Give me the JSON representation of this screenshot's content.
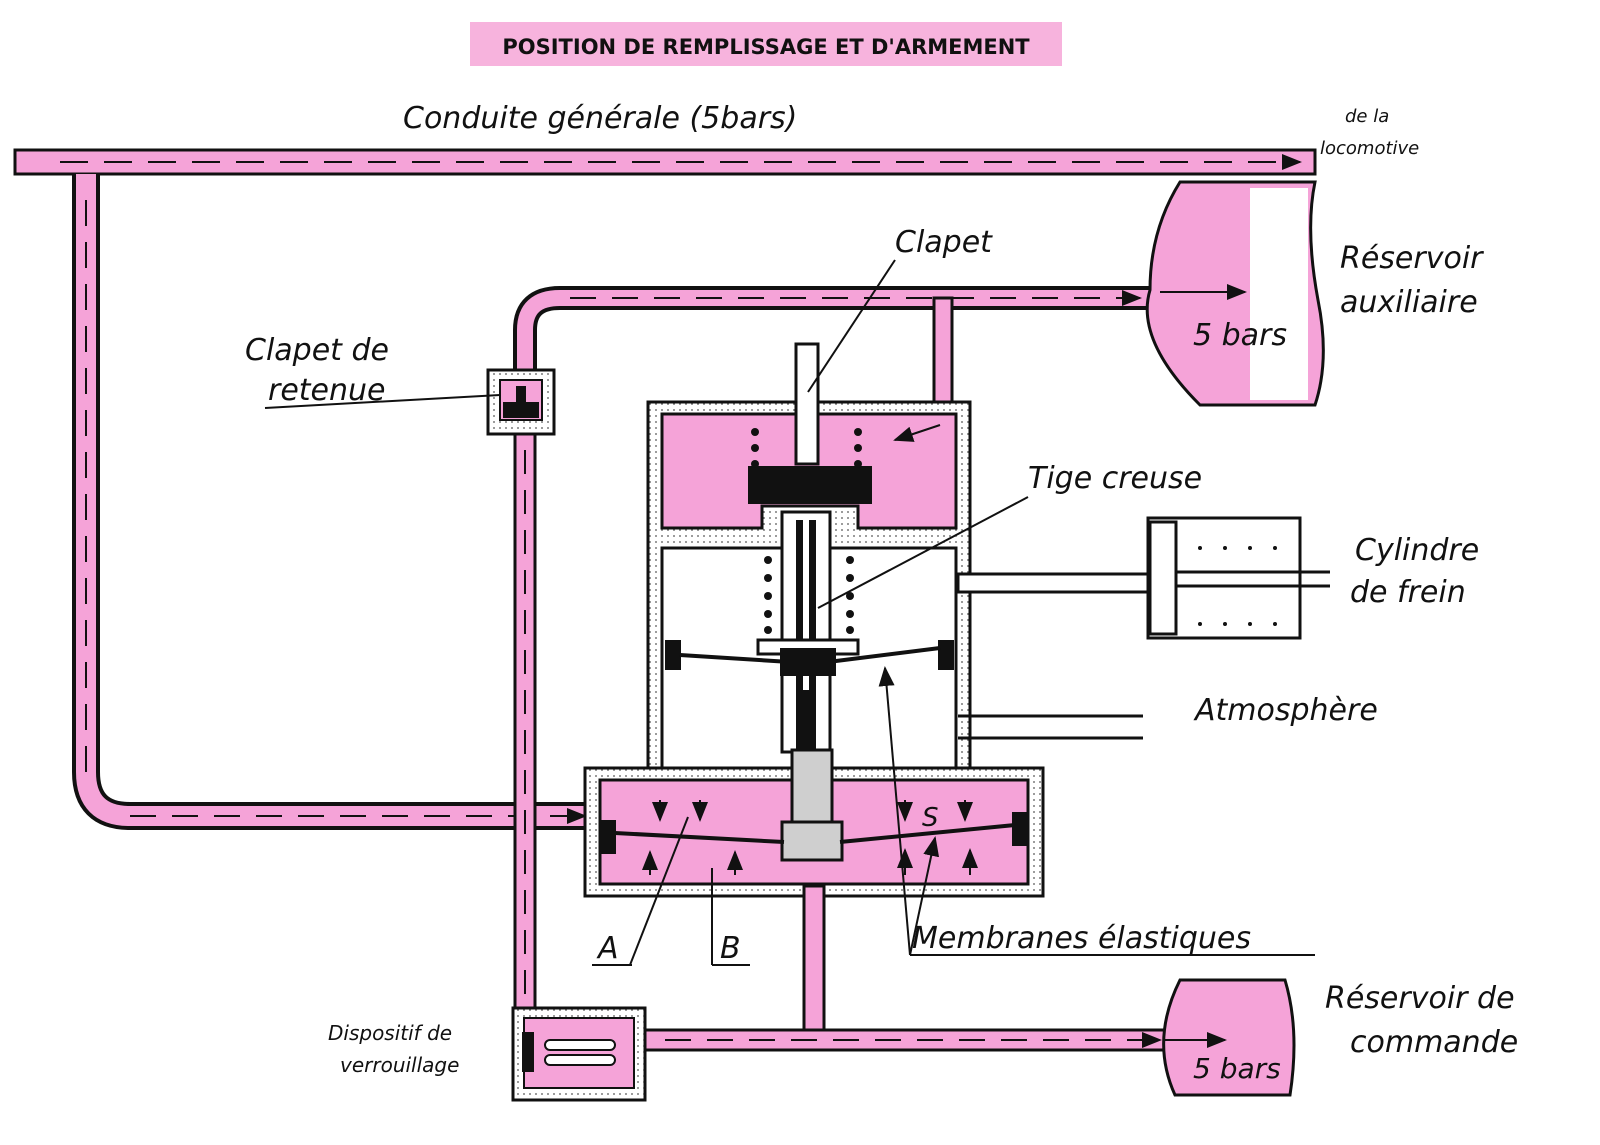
{
  "colors": {
    "fluid": "#f5a3d8",
    "line": "#111111",
    "title_bg": "#f7b3dd",
    "stipple": "#f2f2f2"
  },
  "title": "POSITION DE REMPLISSAGE ET D'ARMEMENT",
  "labels": {
    "conduite": "Conduite générale (5bars)",
    "de_la": "de la",
    "locomotive": "locomotive",
    "clapet": "Clapet",
    "clapet_retenue_1": "Clapet de",
    "clapet_retenue_2": "retenue",
    "reservoir_aux_1": "Réservoir",
    "reservoir_aux_2": "auxiliaire",
    "reservoir_aux_pressure": "5 bars",
    "tige_creuse": "Tige creuse",
    "cylindre_1": "Cylindre",
    "cylindre_2": "de frein",
    "atmosphere": "Atmosphère",
    "s_label": "S",
    "a_label": "A",
    "b_label": "B",
    "membranes": "Membranes élastiques",
    "dispositif_1": "Dispositif de",
    "dispositif_2": "verrouillage",
    "reservoir_cmd_1": "Réservoir de",
    "reservoir_cmd_2": "commande",
    "reservoir_cmd_pressure": "5 bars"
  }
}
